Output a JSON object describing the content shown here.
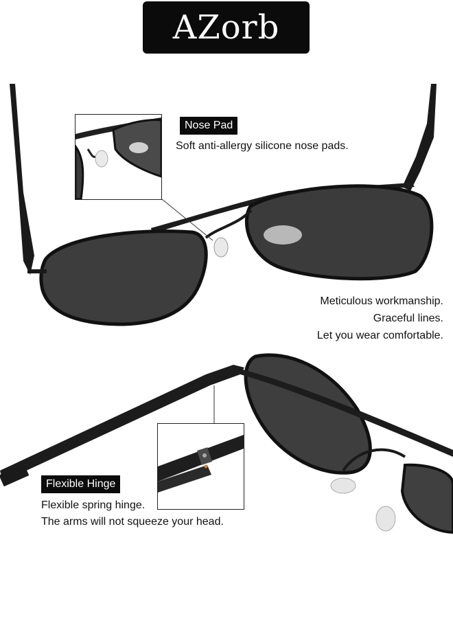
{
  "brand": {
    "name": "AZorb"
  },
  "features": {
    "nose_pad": {
      "title": "Nose  Pad",
      "description": "Soft anti-allergy silicone nose pads."
    },
    "workmanship": {
      "lines": [
        "Meticulous workmanship.",
        "Graceful lines.",
        "Let you wear comfortable."
      ]
    },
    "hinge": {
      "title": "Flexible Hinge",
      "lines": [
        "Flexible spring hinge.",
        "The arms will not squeeze your head."
      ]
    }
  }
}
